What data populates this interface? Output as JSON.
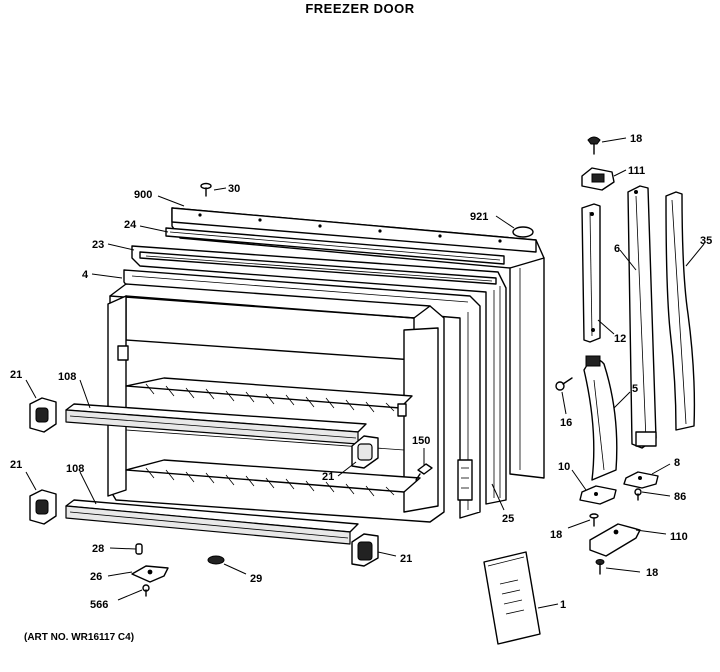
{
  "title": "FREEZER DOOR",
  "art_number": "(ART NO. WR16117 C4)",
  "callouts": {
    "c18a": "18",
    "c111": "111",
    "c900": "900",
    "c30": "30",
    "c921": "921",
    "c24": "24",
    "c23": "23",
    "c6": "6",
    "c35": "35",
    "c4": "4",
    "c12": "12",
    "c21a": "21",
    "c108a": "108",
    "c5": "5",
    "c16": "16",
    "c150": "150",
    "c21b": "21",
    "c21c": "21",
    "c108b": "108",
    "c10": "10",
    "c8": "8",
    "c86": "86",
    "c25": "25",
    "c18b": "18",
    "c110": "110",
    "c28": "28",
    "c21d": "21",
    "c26": "26",
    "c29": "29",
    "c18c": "18",
    "c566": "566",
    "c1": "1"
  }
}
